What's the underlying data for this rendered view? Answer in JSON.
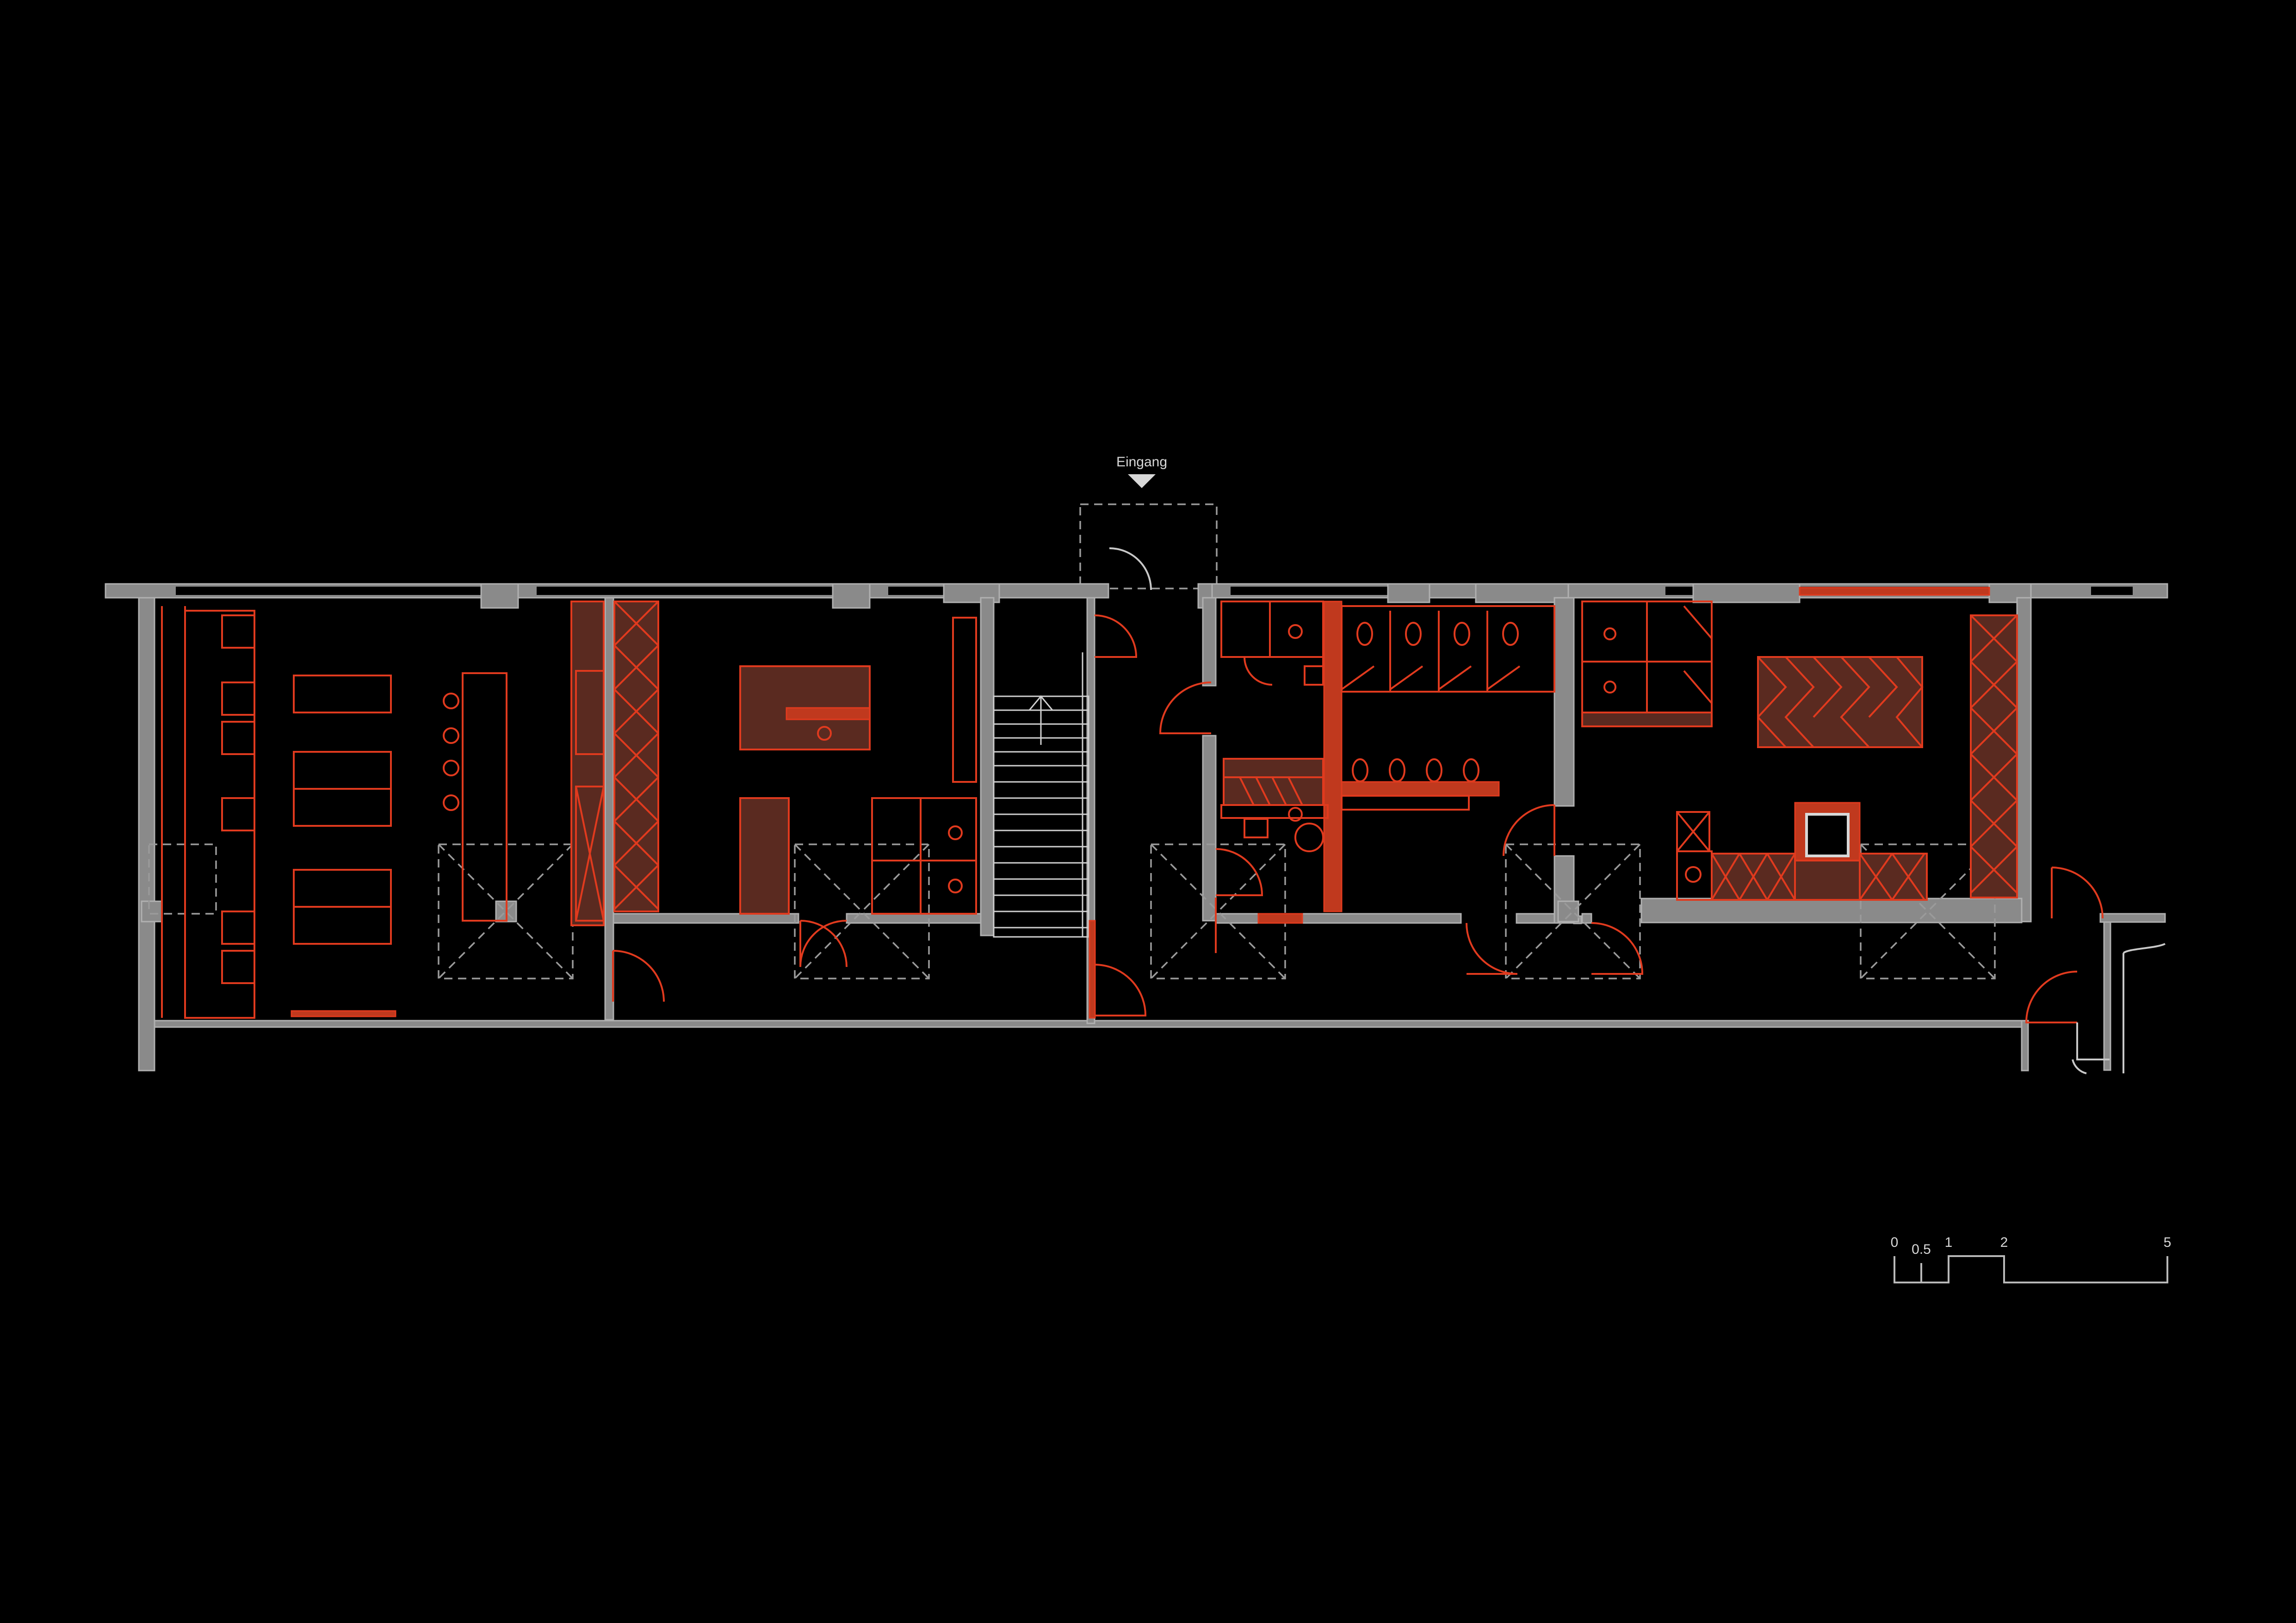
{
  "plan": {
    "entrance_label": "Eingang"
  },
  "scale_bar": {
    "ticks": [
      "0",
      "0.5",
      "1",
      "2",
      "5"
    ]
  },
  "colors": {
    "background": "#000000",
    "wall": "#8a8a8a",
    "furniture": "#e03a1e"
  }
}
